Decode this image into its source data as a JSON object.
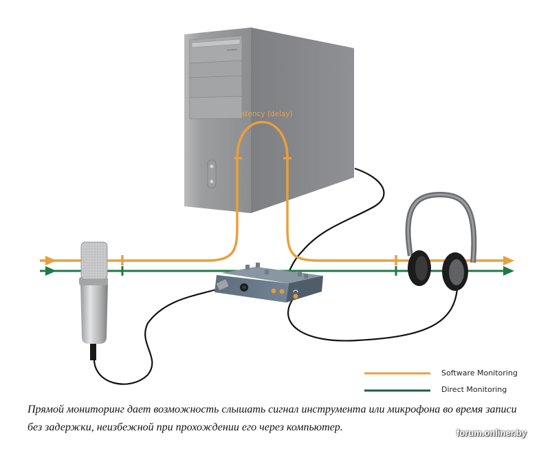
{
  "diagram": {
    "latency_label": "Latency (delay)",
    "legend": [
      {
        "label": "Software Monitoring",
        "color": "#ea9f3c"
      },
      {
        "label": "Direct Monitoring",
        "color": "#1f7a45"
      }
    ],
    "components": [
      "computer-tower",
      "microphone",
      "audio-interface",
      "headphones"
    ]
  },
  "caption": {
    "text": "Прямой мониторинг дает возможность слышать сигнал инструмента или микрофона во время записи без задержки, неизбежной при прохождении его через компьютер."
  },
  "watermark": {
    "text": "forum.onliner.by"
  }
}
